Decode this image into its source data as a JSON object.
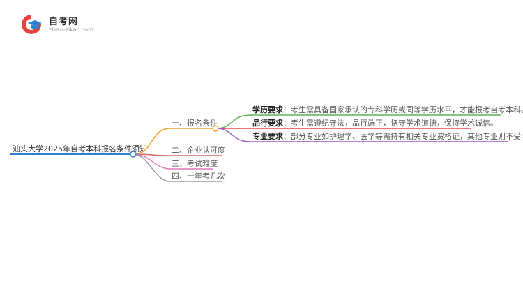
{
  "logo": {
    "name": "自考网",
    "url": "zikao-zikao.com",
    "colors": {
      "red": "#e8423f",
      "blue": "#2f7fd3"
    },
    "icon": "graduation-cap-icon"
  },
  "mindmap": {
    "root": "汕头大学2025年自考本科报名条件须知",
    "branches": [
      {
        "label": "一、报名条件",
        "color": "#f0a030",
        "children": [
          {
            "title": "学历要求",
            "separator": "：",
            "text": "考生需具备国家承认的专科学历或同等学历水平，才能报考自考本科。",
            "color": "#5ab552"
          },
          {
            "title": "品行要求",
            "separator": "：",
            "text": "考生需遵纪守法，品行端正，恪守学术道德，保持学术诚信。",
            "color": "#e04848"
          },
          {
            "title": "专业要求",
            "separator": "：",
            "text": "部分专业如护理学、医学等需持有相关专业资格证，其他专业则不受限制。",
            "color": "#9a5cc8"
          }
        ]
      },
      {
        "label": "二、企业认可度",
        "color": "#d46a6a"
      },
      {
        "label": "三、考试难度",
        "color": "#e07ab8"
      },
      {
        "label": "四、一年考几次",
        "color": "#9a9a9a"
      }
    ],
    "root_color": "#2f7fd3"
  }
}
